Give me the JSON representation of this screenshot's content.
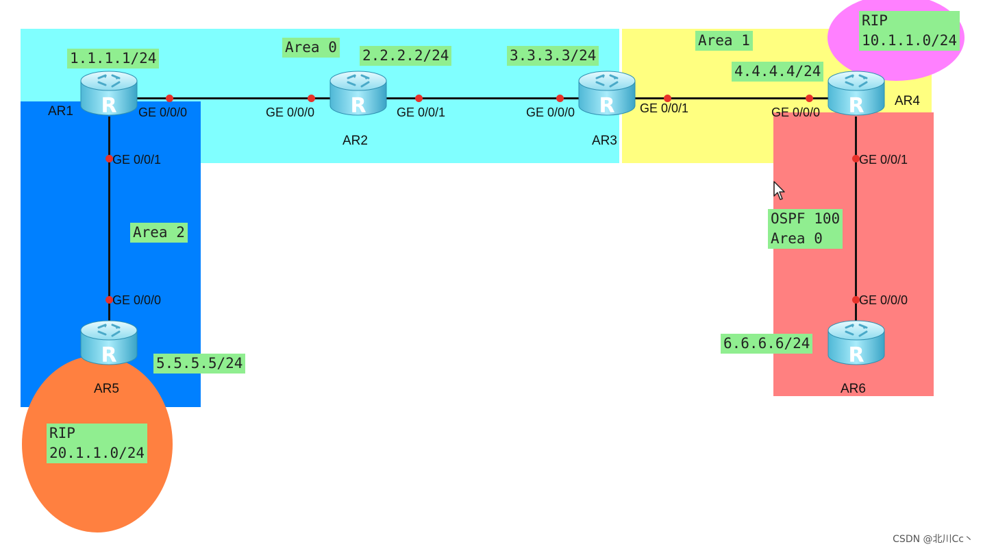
{
  "areas": {
    "area0_label": "Area 0",
    "area1_label": "Area 1",
    "area2_label": "Area 2",
    "ospf_label_line1": "OSPF 100",
    "ospf_label_line2": "Area 0"
  },
  "rip": {
    "right_line1": "RIP",
    "right_line2": "10.1.1.0/24",
    "left_line1": "RIP",
    "left_line2": "20.1.1.0/24"
  },
  "routers": {
    "ar1": {
      "name": "AR1",
      "loopback": "1.1.1.1/24"
    },
    "ar2": {
      "name": "AR2",
      "loopback": "2.2.2.2/24"
    },
    "ar3": {
      "name": "AR3",
      "loopback": "3.3.3.3/24"
    },
    "ar4": {
      "name": "AR4",
      "loopback": "4.4.4.4/24"
    },
    "ar5": {
      "name": "AR5",
      "loopback": "5.5.5.5/24"
    },
    "ar6": {
      "name": "AR6",
      "loopback": "6.6.6.6/24"
    }
  },
  "interfaces": {
    "ar1_ge000": "GE 0/0/0",
    "ar1_ge001": "GE 0/0/1",
    "ar2_ge000": "GE 0/0/0",
    "ar2_ge001": "GE 0/0/1",
    "ar3_ge000": "GE 0/0/0",
    "ar3_ge001": "GE 0/0/1",
    "ar4_ge000": "GE 0/0/0",
    "ar4_ge001": "GE 0/0/1",
    "ar5_ge000": "GE 0/0/0",
    "ar6_ge000": "GE 0/0/0"
  },
  "watermark": "CSDN @北川Cc丶",
  "colors": {
    "area0": "#80ffff",
    "area1": "#ffff80",
    "area2": "#0080ff",
    "ospf100": "#ff8080",
    "rip_right": "#ff80ff",
    "rip_left": "#ff8040",
    "label_bg": "#90ee90",
    "port_dot": "#e8322a"
  },
  "icons": {
    "router": "router-icon",
    "cursor": "mouse-cursor-icon"
  }
}
